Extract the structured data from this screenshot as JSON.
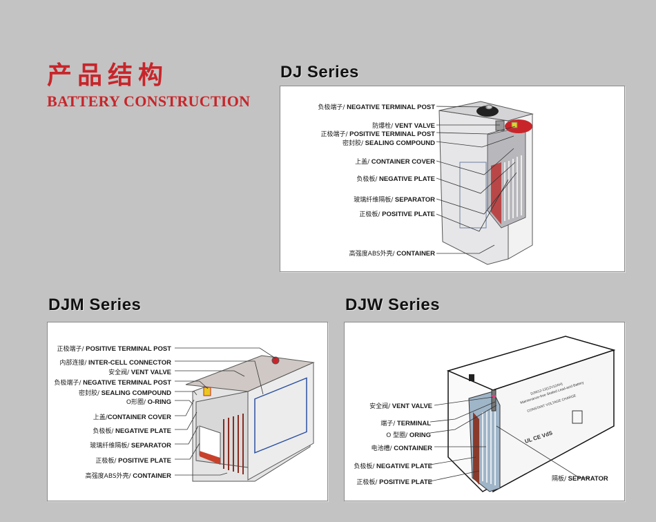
{
  "header": {
    "title_cn": "产品结构",
    "title_en": "BATTERY CONSTRUCTION",
    "accent_color": "#c8252a"
  },
  "dj": {
    "title": "DJ Series",
    "labels": [
      {
        "cn": "负极端子/",
        "en": " NEGATIVE TERMINAL POST"
      },
      {
        "cn": "防爆栓/",
        "en": " VENT VALVE"
      },
      {
        "cn": "正极端子/",
        "en": " POSITIVE TERMINAL POST"
      },
      {
        "cn": "密封胶/",
        "en": " SEALING COMPOUND"
      },
      {
        "cn": "上盖/",
        "en": " CONTAINER COVER"
      },
      {
        "cn": "负极板/",
        "en": " NEGATIVE PLATE"
      },
      {
        "cn": "玻璃纤维隔板/",
        "en": " SEPARATOR"
      },
      {
        "cn": "正极板/",
        "en": " POSITIVE PLATE"
      },
      {
        "cn": "高强度ABS外壳/",
        "en": " CONTAINER"
      }
    ]
  },
  "djm": {
    "title": "DJM Series",
    "labels": [
      {
        "cn": "正极端子/",
        "en": " POSITIVE TERMINAL POST"
      },
      {
        "cn": "内部连接/",
        "en": " INTER-CELL CONNECTOR"
      },
      {
        "cn": "安全阀/",
        "en": " VENT VALVE"
      },
      {
        "cn": "负极端子/",
        "en": " NEGATIVE TERMINAL POST"
      },
      {
        "cn": "密封胶/",
        "en": " SEALING COMPOUND"
      },
      {
        "cn": "O形圈/",
        "en": " O-RING"
      },
      {
        "cn": "上盖/",
        "en": "CONTAINER COVER"
      },
      {
        "cn": "负极板/",
        "en": " NEGATIVE PLATE"
      },
      {
        "cn": "玻璃纤维隔板/",
        "en": " SEPARATOR"
      },
      {
        "cn": "正极板/",
        "en": " POSITIVE PLATE"
      },
      {
        "cn": "高强度ABS外壳/",
        "en": " CONTAINER"
      }
    ]
  },
  "djw": {
    "title": "DJW Series",
    "labels": [
      {
        "cn": "安全阀/",
        "en": " VENT VALVE"
      },
      {
        "cn": "端子/",
        "en": " TERMINAL"
      },
      {
        "cn": "O 型圈/",
        "en": " ORING"
      },
      {
        "cn": "电池槽/",
        "en": " CONTAINER"
      },
      {
        "cn": "负极板/",
        "en": " NEGATIVE PLATE"
      },
      {
        "cn": "正极板/",
        "en": " POSITIVE PLATE"
      },
      {
        "cn": "隔板/",
        "en": " SEPARATOR"
      }
    ],
    "battery_label": {
      "model": "DJW12-12(12V12AH)",
      "subtitle": "Maintenance-free Sealed Lead-acid Battery",
      "box_title": "CONSTANT VOLTAGE CHARGE",
      "marks": "UL CE VdS"
    }
  }
}
